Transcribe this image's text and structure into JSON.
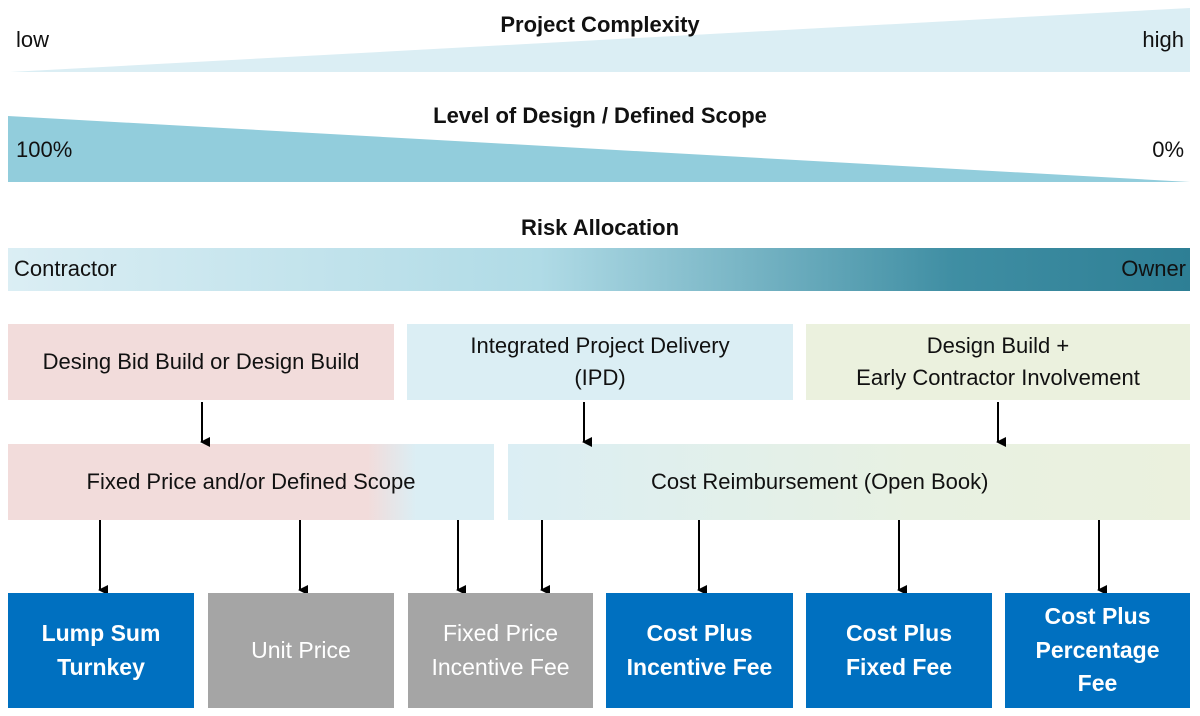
{
  "complexity": {
    "title": "Project Complexity",
    "low": "low",
    "high": "high"
  },
  "design_level": {
    "title": "Level of Design / Defined Scope",
    "start": "100%",
    "end": "0%"
  },
  "risk": {
    "title": "Risk Allocation",
    "left": "Contractor",
    "right": "Owner"
  },
  "delivery_methods": [
    {
      "label": "Desing Bid Build or Design Build"
    },
    {
      "label": "Integrated Project Delivery\n(IPD)"
    },
    {
      "label": "Design Build +\nEarly Contractor Involvement"
    }
  ],
  "contract_categories": [
    {
      "label": "Fixed Price and/or Defined Scope"
    },
    {
      "label": "Cost Reimbursement (Open Book)"
    }
  ],
  "contract_types": [
    {
      "label": "Lump Sum\nTurnkey",
      "style": "blue"
    },
    {
      "label": "Unit Price",
      "style": "gray"
    },
    {
      "label": "Fixed Price\nIncentive Fee",
      "style": "gray"
    },
    {
      "label": "Cost Plus\nIncentive Fee",
      "style": "blue"
    },
    {
      "label": "Cost Plus\nFixed Fee",
      "style": "blue"
    },
    {
      "label": "Cost Plus\nPercentage\nFee",
      "style": "blue"
    }
  ],
  "colors": {
    "blue": "#0070c0",
    "gray": "#a5a5a5",
    "pink": "#f2dcdb",
    "lightblue": "#dbeef4",
    "lightgreen": "#ebf1de",
    "teal": "#92cddc",
    "darkteal": "#31849b"
  }
}
